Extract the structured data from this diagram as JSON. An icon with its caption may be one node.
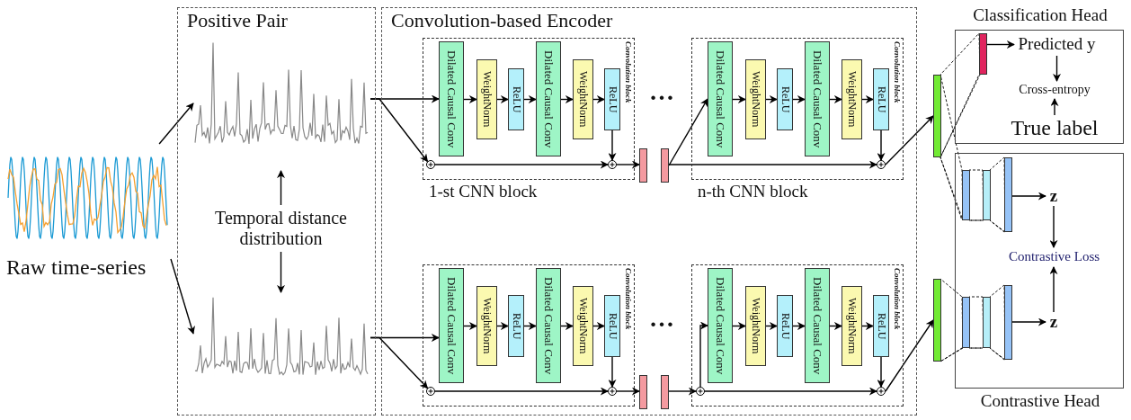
{
  "diagram": {
    "nodes": [
      {
        "text": [
          "Raw time-series"
        ]
      },
      {
        "text": [
          "Positive Pair"
        ]
      },
      {
        "text": [],
        "shape": "picture",
        "in": 1
      },
      {
        "text": [
          "Temporal distance distribution"
        ],
        "in": 1
      },
      {
        "text": [],
        "shape": "picture",
        "in": 1
      },
      {
        "text": [
          "Convolution-based Encoder"
        ]
      },
      {
        "text": [
          "Convolution block"
        ],
        "beside": [
          "1-st CNN block"
        ],
        "in": 5
      },
      {
        "text": [
          "Dilated Causal Conv"
        ],
        "in": 6
      },
      {
        "text": [
          "WeightNorm"
        ],
        "in": 6
      },
      {
        "text": [
          "ReLU"
        ],
        "in": 6
      },
      {
        "text": [
          "Dilated Causal Conv"
        ],
        "in": 6
      },
      {
        "text": [
          "WeightNorm"
        ],
        "in": 6
      },
      {
        "text": [
          "ReLU"
        ],
        "in": 6
      },
      {
        "text": [],
        "shape": "circle",
        "in": 6
      },
      {
        "text": [],
        "shape": "circle",
        "in": 6
      },
      {
        "text": [],
        "shape": "bar",
        "in": 5
      },
      {
        "text": [],
        "shape": "bar",
        "in": 5
      },
      {
        "text": [
          "Convolution block"
        ],
        "beside": [
          "n-th CNN block"
        ],
        "in": 5
      },
      {
        "text": [
          "Dilated Causal Conv"
        ],
        "in": 17
      },
      {
        "text": [
          "WeightNorm"
        ],
        "in": 17
      },
      {
        "text": [
          "ReLU"
        ],
        "in": 17
      },
      {
        "text": [
          "Dilated Causal Conv"
        ],
        "in": 17
      },
      {
        "text": [
          "WeightNorm"
        ],
        "in": 17
      },
      {
        "text": [
          "ReLU"
        ],
        "in": 17
      },
      {
        "text": [],
        "shape": "circle",
        "in": 17
      },
      {
        "text": [
          "Convolution block"
        ],
        "in": 5
      },
      {
        "text": [
          "Dilated Causal Conv"
        ],
        "in": 25
      },
      {
        "text": [
          "WeightNorm"
        ],
        "in": 25
      },
      {
        "text": [
          "ReLU"
        ],
        "in": 25
      },
      {
        "text": [
          "Dilated Causal Conv"
        ],
        "in": 25
      },
      {
        "text": [
          "WeightNorm"
        ],
        "in": 25
      },
      {
        "text": [
          "ReLU"
        ],
        "in": 25
      },
      {
        "text": [],
        "shape": "circle",
        "in": 25
      },
      {
        "text": [],
        "shape": "circle",
        "in": 25
      },
      {
        "text": [],
        "shape": "bar",
        "in": 5
      },
      {
        "text": [],
        "shape": "bar",
        "in": 5
      },
      {
        "text": [
          "Convolution block"
        ],
        "in": 5
      },
      {
        "text": [
          "Dilated Causal Conv"
        ],
        "in": 36
      },
      {
        "text": [
          "WeightNorm"
        ],
        "in": 36
      },
      {
        "text": [
          "ReLU"
        ],
        "in": 36
      },
      {
        "text": [
          "Dilated Causal Conv"
        ],
        "in": 36
      },
      {
        "text": [
          "WeightNorm"
        ],
        "in": 36
      },
      {
        "text": [
          "ReLU"
        ],
        "in": 36
      },
      {
        "text": [],
        "shape": "circle",
        "in": 36
      },
      {
        "text": [],
        "shape": "circle",
        "in": 36
      },
      {
        "text": [],
        "shape": "bar"
      },
      {
        "text": [],
        "shape": "bar"
      },
      {
        "text": [
          "Classification Head"
        ]
      },
      {
        "text": [],
        "shape": "bar",
        "in": 47
      },
      {
        "text": [
          "Predicted y"
        ],
        "in": 47
      },
      {
        "text": [
          "Cross-entropy"
        ],
        "in": 47
      },
      {
        "text": [
          "True label"
        ],
        "in": 47
      },
      {
        "text": [
          "Contrastive Head"
        ]
      },
      {
        "text": [],
        "shape": "bar",
        "in": 52
      },
      {
        "text": [],
        "shape": "bar",
        "in": 52
      },
      {
        "text": [],
        "shape": "bar",
        "in": 52
      },
      {
        "text": [
          "z"
        ],
        "in": 52
      },
      {
        "text": [
          "Contrastive Loss"
        ],
        "in": 52
      },
      {
        "text": [],
        "shape": "bar",
        "in": 52
      },
      {
        "text": [],
        "shape": "bar",
        "in": 52
      },
      {
        "text": [],
        "shape": "bar",
        "in": 52
      },
      {
        "text": [
          "z"
        ],
        "in": 52
      }
    ],
    "edges": [
      {
        "from": 0,
        "to": 2,
        "arrow": "to"
      },
      {
        "from": 0,
        "to": 4,
        "arrow": "to"
      },
      {
        "from": 3,
        "to": 2,
        "arrow": "to"
      },
      {
        "from": 3,
        "to": 4,
        "arrow": "to"
      },
      {
        "from": 2,
        "to": 7,
        "arrow": "to"
      },
      {
        "from": 2,
        "to": 13,
        "arrow": "to"
      },
      {
        "from": 7,
        "to": 8,
        "arrow": "to"
      },
      {
        "from": 8,
        "to": 9,
        "arrow": "to"
      },
      {
        "from": 9,
        "to": 10,
        "arrow": "to"
      },
      {
        "from": 10,
        "to": 11,
        "arrow": "to"
      },
      {
        "from": 11,
        "to": 12,
        "arrow": "to"
      },
      {
        "from": 12,
        "to": 14,
        "arrow": "to"
      },
      {
        "from": 13,
        "to": 14,
        "arrow": "to"
      },
      {
        "from": 14,
        "to": 15,
        "arrow": "to"
      },
      {
        "from": 16,
        "to": 18,
        "arrow": "to"
      },
      {
        "from": 16,
        "to": 24,
        "arrow": "to"
      },
      {
        "from": 18,
        "to": 19,
        "arrow": "to"
      },
      {
        "from": 19,
        "to": 20,
        "arrow": "to"
      },
      {
        "from": 20,
        "to": 21,
        "arrow": "to"
      },
      {
        "from": 21,
        "to": 22,
        "arrow": "to"
      },
      {
        "from": 22,
        "to": 23,
        "arrow": "to"
      },
      {
        "from": 23,
        "to": 24,
        "arrow": "to"
      },
      {
        "from": 24,
        "to": 45,
        "arrow": "to"
      },
      {
        "from": 4,
        "to": 26,
        "arrow": "to"
      },
      {
        "from": 4,
        "to": 32,
        "arrow": "to"
      },
      {
        "from": 26,
        "to": 27,
        "arrow": "to"
      },
      {
        "from": 27,
        "to": 28,
        "arrow": "to"
      },
      {
        "from": 28,
        "to": 29,
        "arrow": "to"
      },
      {
        "from": 29,
        "to": 30,
        "arrow": "to"
      },
      {
        "from": 30,
        "to": 31,
        "arrow": "to"
      },
      {
        "from": 31,
        "to": 33,
        "arrow": "to"
      },
      {
        "from": 32,
        "to": 33,
        "arrow": "to"
      },
      {
        "from": 33,
        "to": 34,
        "arrow": "to"
      },
      {
        "from": 35,
        "to": 43,
        "arrow": "to"
      },
      {
        "from": 43,
        "to": 37,
        "arrow": "to"
      },
      {
        "from": 43,
        "to": 44,
        "arrow": "to"
      },
      {
        "from": 37,
        "to": 38,
        "arrow": "to"
      },
      {
        "from": 38,
        "to": 39,
        "arrow": "to"
      },
      {
        "from": 39,
        "to": 40,
        "arrow": "to"
      },
      {
        "from": 40,
        "to": 41,
        "arrow": "to"
      },
      {
        "from": 41,
        "to": 42,
        "arrow": "to"
      },
      {
        "from": 42,
        "to": 44,
        "arrow": "to"
      },
      {
        "from": 44,
        "to": 46,
        "arrow": "to"
      },
      {
        "from": 45,
        "to": 48,
        "arrow": "none",
        "style": "dashed"
      },
      {
        "from": 45,
        "to": 53,
        "arrow": "none",
        "style": "dashed"
      },
      {
        "from": 53,
        "to": 54,
        "arrow": "none",
        "style": "dashed"
      },
      {
        "from": 54,
        "to": 55,
        "arrow": "none",
        "style": "dashed"
      },
      {
        "from": 46,
        "to": 58,
        "arrow": "none",
        "style": "dashed"
      },
      {
        "from": 58,
        "to": 59,
        "arrow": "none",
        "style": "dashed"
      },
      {
        "from": 59,
        "to": 60,
        "arrow": "none",
        "style": "dashed"
      },
      {
        "from": 48,
        "to": 49,
        "arrow": "to"
      },
      {
        "from": 49,
        "to": 50,
        "arrow": "to"
      },
      {
        "from": 51,
        "to": 50,
        "arrow": "to"
      },
      {
        "from": 55,
        "to": 56,
        "arrow": "to"
      },
      {
        "from": 56,
        "to": 57,
        "arrow": "to"
      },
      {
        "from": 60,
        "to": 61,
        "arrow": "to"
      },
      {
        "from": 61,
        "to": 57,
        "arrow": "to"
      }
    ],
    "labels": [
      "…",
      "…"
    ]
  }
}
